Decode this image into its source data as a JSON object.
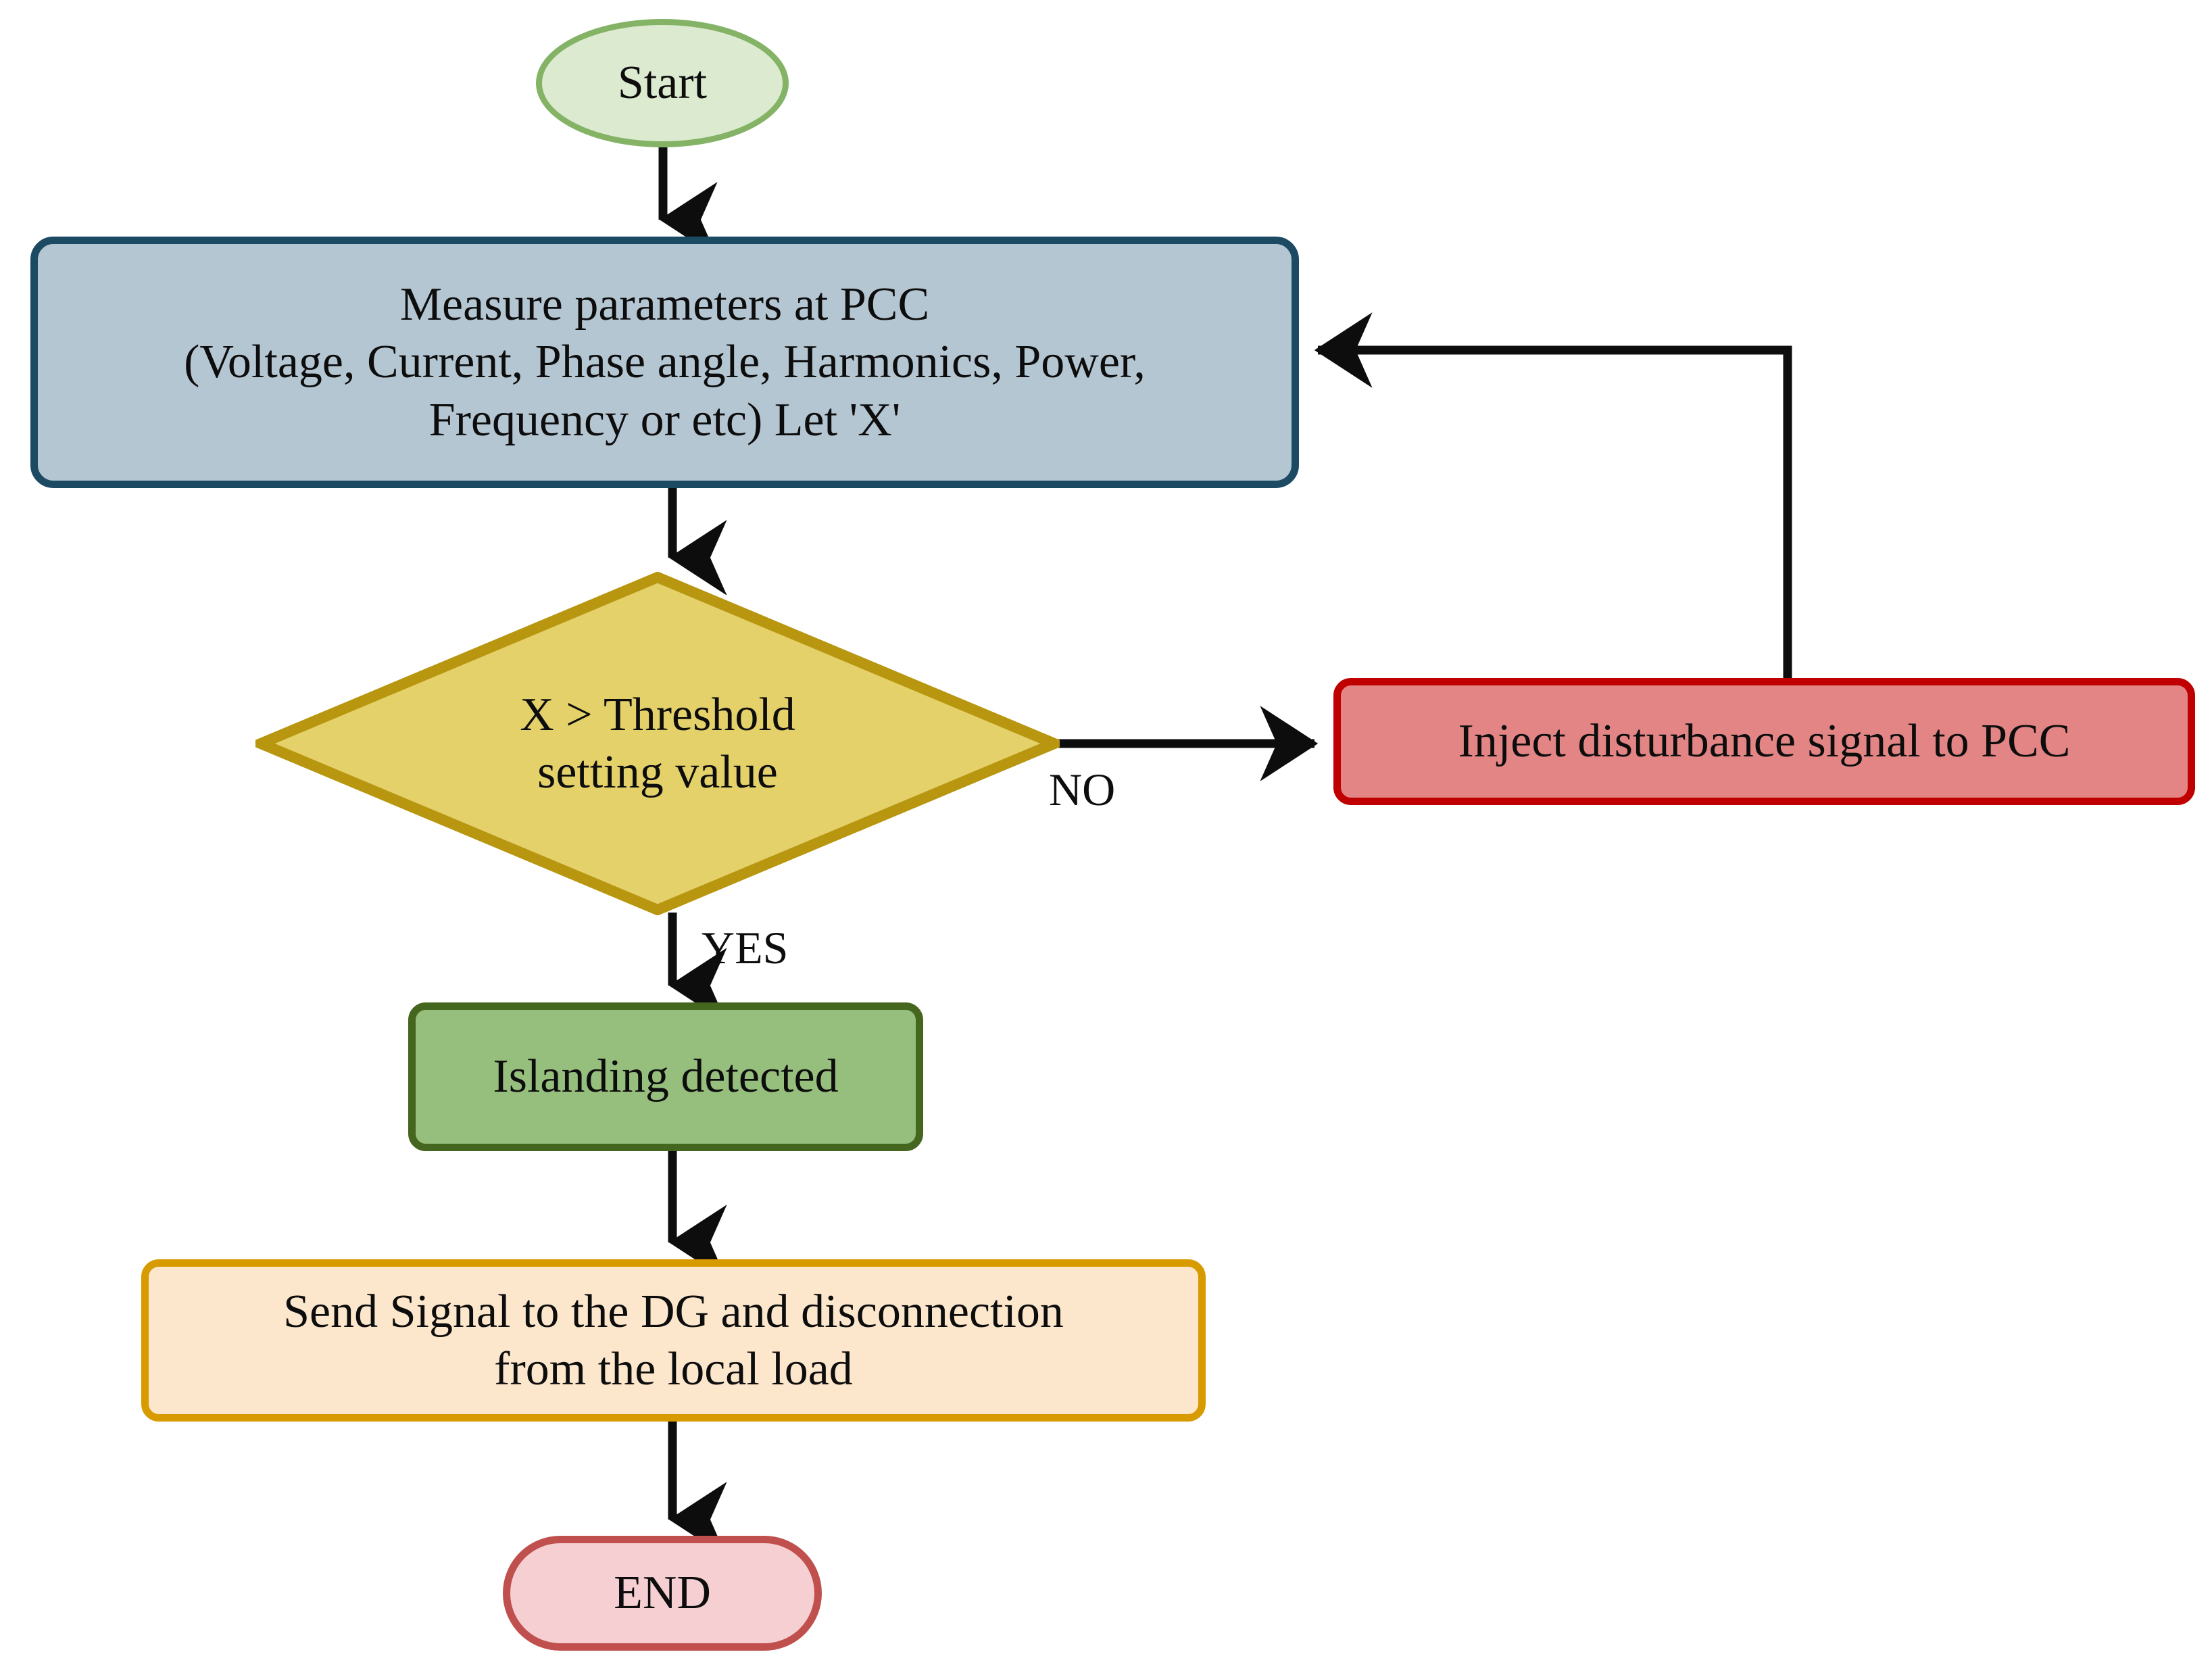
{
  "diagram": {
    "type": "flowchart",
    "title": "Islanding detection flowchart",
    "nodes": {
      "start": {
        "label": "Start",
        "shape": "ellipse",
        "fill": "#dcead0",
        "stroke": "#84b365"
      },
      "measure": {
        "label": "Measure parameters at PCC\n(Voltage, Current, Phase angle, Harmonics, Power,\nFrequency or etc) Let 'X'",
        "shape": "rounded-rectangle",
        "fill": "#b5c6d3",
        "stroke": "#1c4a63"
      },
      "decision": {
        "label": "X > Threshold\nsetting value",
        "shape": "diamond",
        "fill": "#e4d16a",
        "stroke": "#b8960f"
      },
      "inject": {
        "label": "Inject disturbance signal to PCC",
        "shape": "rounded-rectangle",
        "fill": "#e38585",
        "stroke": "#c00000"
      },
      "islanding": {
        "label": "Islanding detected",
        "shape": "rounded-rectangle",
        "fill": "#96bf7d",
        "stroke": "#45661f"
      },
      "send": {
        "label": "Send Signal to the DG and disconnection\nfrom the local load",
        "shape": "rounded-rectangle",
        "fill": "#fce7cd",
        "stroke": "#d79b00"
      },
      "end": {
        "label": "END",
        "shape": "stadium",
        "fill": "#f6cfd2",
        "stroke": "#c0504d"
      }
    },
    "edges": [
      {
        "from": "start",
        "to": "measure",
        "label": ""
      },
      {
        "from": "measure",
        "to": "decision",
        "label": ""
      },
      {
        "from": "decision",
        "to": "inject",
        "label": "NO"
      },
      {
        "from": "decision",
        "to": "islanding",
        "label": "YES"
      },
      {
        "from": "islanding",
        "to": "send",
        "label": ""
      },
      {
        "from": "send",
        "to": "end",
        "label": ""
      },
      {
        "from": "inject",
        "to": "measure",
        "label": ""
      }
    ],
    "edge_labels": {
      "no": "NO",
      "yes": "YES"
    },
    "edge_color": "#0d0d0d"
  }
}
